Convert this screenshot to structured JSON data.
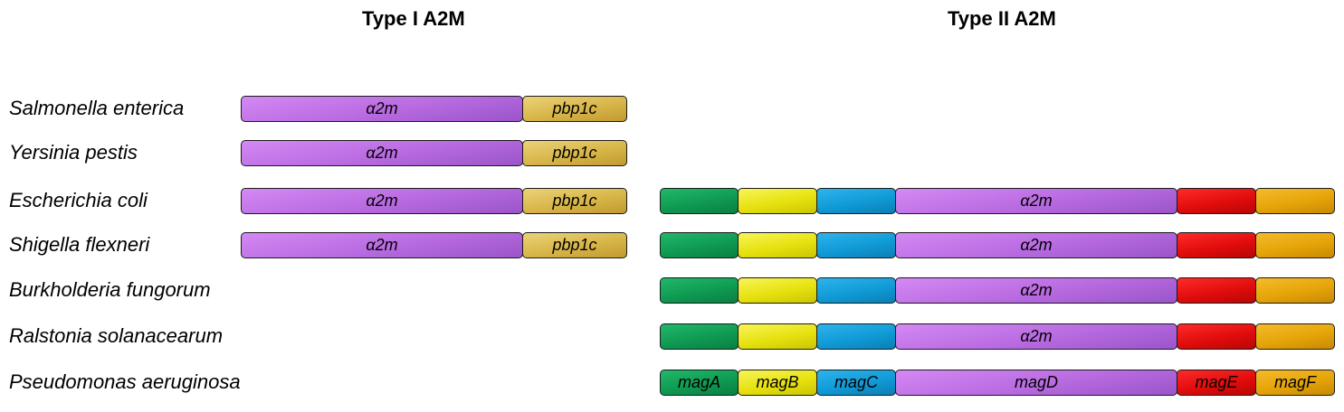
{
  "headings": {
    "type1": "Type I A2M",
    "type2": "Type II A2M"
  },
  "species": [
    "Salmonella enterica",
    "Yersinia pestis",
    "Escherichia coli",
    "Shigella flexneri",
    "Burkholderia fungorum",
    "Ralstonia solanacearum",
    "Pseudomonas aeruginosa"
  ],
  "type1_genes": {
    "a2m": "α2m",
    "pbp1c": "pbp1c"
  },
  "type1_rows": [
    0,
    1,
    2,
    3
  ],
  "type2_genes": {
    "a2m": "α2m",
    "magA": "magA",
    "magB": "magB",
    "magC": "magC",
    "magD": "magD",
    "magE": "magE",
    "magF": "magF"
  },
  "type2_rows": [
    2,
    3,
    4,
    5,
    6
  ],
  "colors": {
    "a2m": "#b86ae0",
    "pbp1c": "#d7b548",
    "magA": "#0f9a52",
    "magB": "#e6e10e",
    "magC": "#109ad6",
    "magE": "#e10c0c",
    "magF": "#e5a408"
  }
}
